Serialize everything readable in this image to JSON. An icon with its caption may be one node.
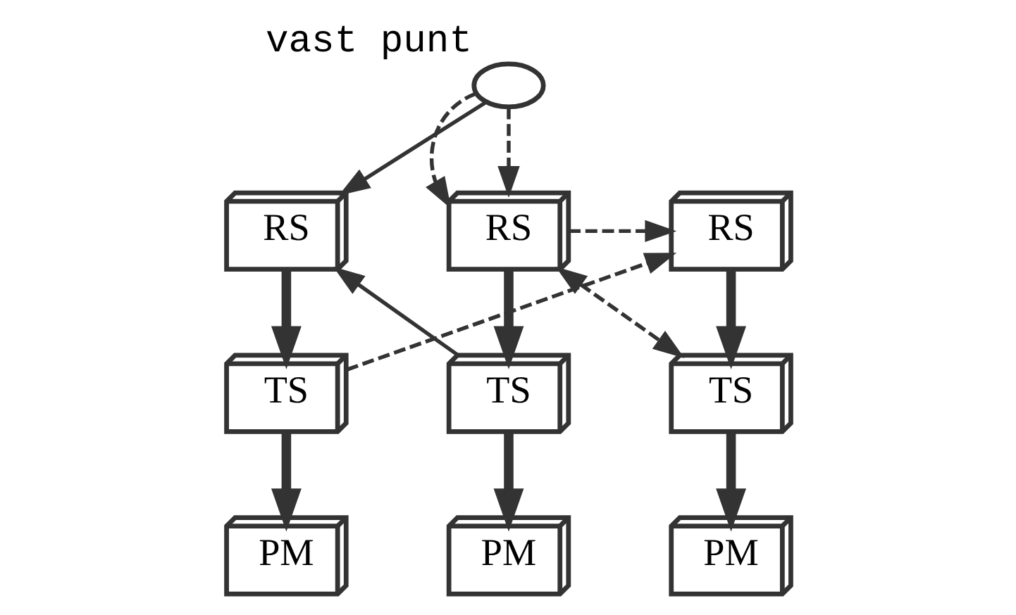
{
  "diagram": {
    "nodes": [
      {
        "text": [],
        "shape": "circle",
        "beside": [
          "vast punt"
        ]
      },
      {
        "text": [
          "RS"
        ]
      },
      {
        "text": [
          "TS"
        ]
      },
      {
        "text": [
          "PM"
        ]
      },
      {
        "text": [
          "RS"
        ]
      },
      {
        "text": [
          "TS"
        ]
      },
      {
        "text": [
          "PM"
        ]
      },
      {
        "text": [
          "RS"
        ]
      },
      {
        "text": [
          "TS"
        ]
      },
      {
        "text": [
          "PM"
        ]
      }
    ],
    "edges": [
      {
        "from": 0,
        "to": 1,
        "arrow": "to"
      },
      {
        "from": 0,
        "to": 4,
        "arrow": "to",
        "style": "dashed"
      },
      {
        "from": 0,
        "to": 4,
        "arrow": "to",
        "style": "dashed"
      },
      {
        "from": 1,
        "to": 2,
        "arrow": "to",
        "style": "thick"
      },
      {
        "from": 2,
        "to": 3,
        "arrow": "to",
        "style": "thick"
      },
      {
        "from": 4,
        "to": 5,
        "arrow": "to",
        "style": "thick"
      },
      {
        "from": 5,
        "to": 6,
        "arrow": "to",
        "style": "thick"
      },
      {
        "from": 7,
        "to": 8,
        "arrow": "to",
        "style": "thick"
      },
      {
        "from": 8,
        "to": 9,
        "arrow": "to",
        "style": "thick"
      },
      {
        "from": 5,
        "to": 1,
        "arrow": "to"
      },
      {
        "from": 2,
        "to": 7,
        "arrow": "to",
        "style": "dashed"
      },
      {
        "from": 4,
        "to": 7,
        "arrow": "to",
        "style": "dashed"
      },
      {
        "from": 4,
        "to": 8,
        "arrow": "both",
        "style": "dashed"
      }
    ]
  }
}
